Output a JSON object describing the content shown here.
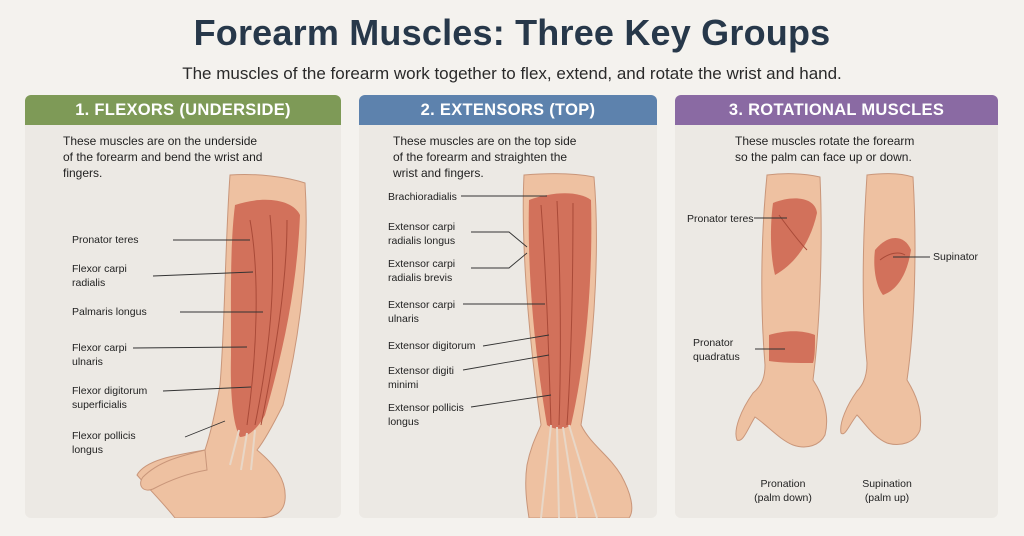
{
  "title": "Forearm Muscles: Three Key Groups",
  "subtitle": "The muscles of the forearm work together to flex, extend, and rotate the wrist and hand.",
  "colors": {
    "flexors_header": "#7e9a57",
    "extensors_header": "#5d82ad",
    "rotational_header": "#8a6aa3",
    "skin": "#eec1a1",
    "muscle": "#cf6a55"
  },
  "panels": {
    "flexors": {
      "header": "1. FLEXORS (UNDERSIDE)",
      "description": "These muscles are on the underside of the forearm and bend the wrist and fingers.",
      "labels": [
        {
          "l1": "Pronator teres",
          "l2": ""
        },
        {
          "l1": "Flexor carpi",
          "l2": "radialis"
        },
        {
          "l1": "Palmaris longus",
          "l2": ""
        },
        {
          "l1": "Flexor carpi",
          "l2": "ulnaris"
        },
        {
          "l1": "Flexor digitorum",
          "l2": "superficialis"
        },
        {
          "l1": "Flexor pollicis",
          "l2": "longus"
        }
      ]
    },
    "extensors": {
      "header": "2. EXTENSORS (TOP)",
      "description": "These muscles are on the top side of the forearm and straighten the wrist and fingers.",
      "labels": [
        {
          "l1": "Brachioradialis",
          "l2": ""
        },
        {
          "l1": "Extensor carpi",
          "l2": "radialis longus"
        },
        {
          "l1": "Extensor carpi",
          "l2": "radialis brevis"
        },
        {
          "l1": "Extensor carpi",
          "l2": "ulnaris"
        },
        {
          "l1": "Extensor digitorum",
          "l2": ""
        },
        {
          "l1": "Extensor digiti",
          "l2": "minimi"
        },
        {
          "l1": "Extensor pollicis",
          "l2": "longus"
        }
      ]
    },
    "rotational": {
      "header": "3. ROTATIONAL MUSCLES",
      "description": "These muscles rotate the forearm so the palm can face up or down.",
      "labels": {
        "pronator_teres": "Pronator teres",
        "supinator": "Supinator",
        "pronator_quadratus_l1": "Pronator",
        "pronator_quadratus_l2": "quadratus"
      },
      "captions": {
        "pronation_l1": "Pronation",
        "pronation_l2": "(palm down)",
        "supination_l1": "Supination",
        "supination_l2": "(palm up)"
      }
    }
  }
}
